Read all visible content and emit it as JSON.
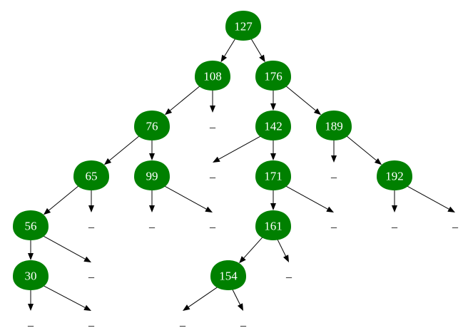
{
  "diagram": {
    "node_color": "#008000",
    "label_color": "#ffffff",
    "edge_color": "#000000",
    "nodes": [
      {
        "id": "n127",
        "label": "127"
      },
      {
        "id": "n108",
        "label": "108"
      },
      {
        "id": "n176",
        "label": "176"
      },
      {
        "id": "n76",
        "label": "76"
      },
      {
        "id": "n142",
        "label": "142"
      },
      {
        "id": "n189",
        "label": "189"
      },
      {
        "id": "n65",
        "label": "65"
      },
      {
        "id": "n99",
        "label": "99"
      },
      {
        "id": "n171",
        "label": "171"
      },
      {
        "id": "n192",
        "label": "192"
      },
      {
        "id": "n56",
        "label": "56"
      },
      {
        "id": "n161",
        "label": "161"
      },
      {
        "id": "n30",
        "label": "30"
      },
      {
        "id": "n154",
        "label": "154"
      }
    ],
    "null_marker": "_",
    "edges": [
      {
        "from": "n127",
        "to": "n108"
      },
      {
        "from": "n127",
        "to": "n176"
      },
      {
        "from": "n108",
        "to": "n76"
      },
      {
        "from": "n108",
        "to": "null-108-right"
      },
      {
        "from": "n176",
        "to": "n142"
      },
      {
        "from": "n176",
        "to": "n189"
      },
      {
        "from": "n76",
        "to": "n65"
      },
      {
        "from": "n76",
        "to": "n99"
      },
      {
        "from": "n142",
        "to": "null-142-left"
      },
      {
        "from": "n142",
        "to": "n171"
      },
      {
        "from": "n189",
        "to": "null-189-left"
      },
      {
        "from": "n189",
        "to": "n192"
      },
      {
        "from": "n65",
        "to": "n56"
      },
      {
        "from": "n65",
        "to": "null-65-right"
      },
      {
        "from": "n99",
        "to": "null-99-left"
      },
      {
        "from": "n99",
        "to": "null-99-right"
      },
      {
        "from": "n171",
        "to": "n161"
      },
      {
        "from": "n171",
        "to": "null-171-right"
      },
      {
        "from": "n192",
        "to": "null-192-left"
      },
      {
        "from": "n192",
        "to": "null-192-right"
      },
      {
        "from": "n56",
        "to": "n30"
      },
      {
        "from": "n56",
        "to": "null-56-right"
      },
      {
        "from": "n161",
        "to": "n154"
      },
      {
        "from": "n161",
        "to": "null-161-right"
      },
      {
        "from": "n30",
        "to": "null-30-left"
      },
      {
        "from": "n30",
        "to": "null-30-right"
      },
      {
        "from": "n154",
        "to": "null-154-left"
      },
      {
        "from": "n154",
        "to": "null-154-right"
      }
    ]
  }
}
